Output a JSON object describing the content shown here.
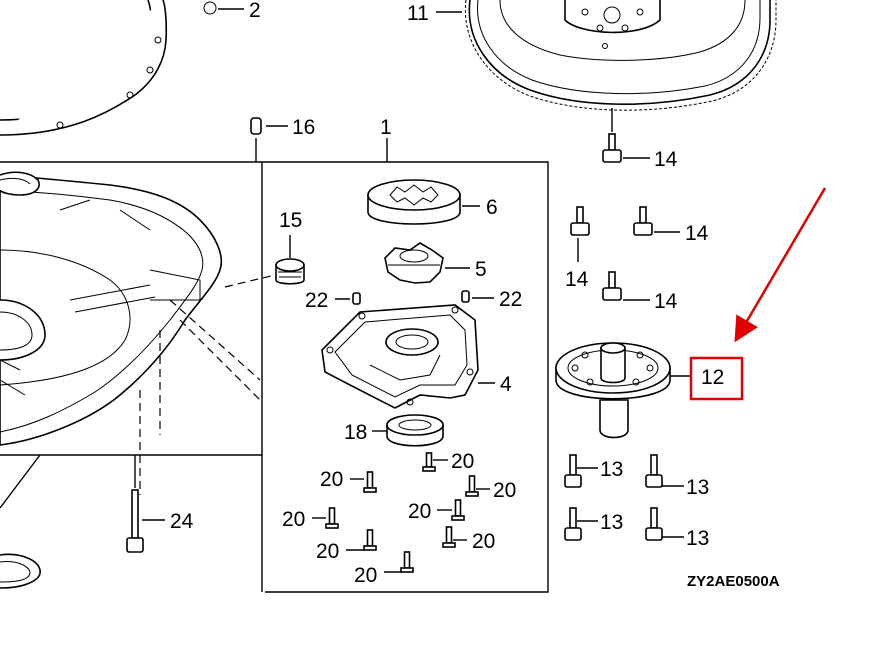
{
  "diagram": {
    "drawing_code": "ZY2AE0500A",
    "highlight_color": "#e00000",
    "callouts": {
      "c1": "1",
      "c2": "2",
      "c4": "4",
      "c5": "5",
      "c6": "6",
      "c11": "11",
      "c12": "12",
      "c13a": "13",
      "c13b": "13",
      "c13c": "13",
      "c13d": "13",
      "c14a": "14",
      "c14b": "14",
      "c14c": "14",
      "c14d": "14",
      "c15": "15",
      "c16": "16",
      "c18": "18",
      "c20a": "20",
      "c20b": "20",
      "c20c": "20",
      "c20d": "20",
      "c20e": "20",
      "c20f": "20",
      "c20g": "20",
      "c20h": "20",
      "c22a": "22",
      "c22b": "22",
      "c24": "24"
    },
    "highlighted_part": "12"
  }
}
